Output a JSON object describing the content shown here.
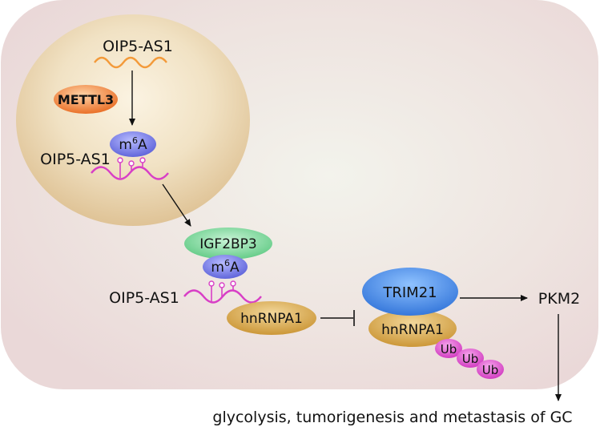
{
  "nucleus": {
    "rna_top_label": "OIP5-AS1",
    "writer_label": "METTL3",
    "modification": {
      "base": "m",
      "sup": "6",
      "tail": "A"
    },
    "rna_bottom_label": "OIP5-AS1"
  },
  "cytoplasm": {
    "reader_label": "IGF2BP3",
    "modification": {
      "base": "m",
      "sup": "6",
      "tail": "A"
    },
    "rna_label": "OIP5-AS1",
    "bound_protein_label": "hnRNPA1"
  },
  "degradation": {
    "ligase_label": "TRIM21",
    "substrate_label": "hnRNPA1",
    "ubiquitin_labels": [
      "Ub",
      "Ub",
      "Ub"
    ]
  },
  "target_label": "PKM2",
  "outcome_label": "glycolysis, tumorigenesis and metastasis of GC",
  "colors": {
    "cell": "#efe2e2",
    "nucleus": "#e7d0a6",
    "orange_rna": "#f39a3a",
    "magenta_rna": "#d83fc6",
    "mettl3": "#ef7b2e",
    "m6a": "#6a6ee6",
    "igf2bp3": "#6ed48e",
    "hnrnpa1": "#d6a545",
    "trim21": "#3f86e6",
    "ub": "#df4bd0"
  }
}
